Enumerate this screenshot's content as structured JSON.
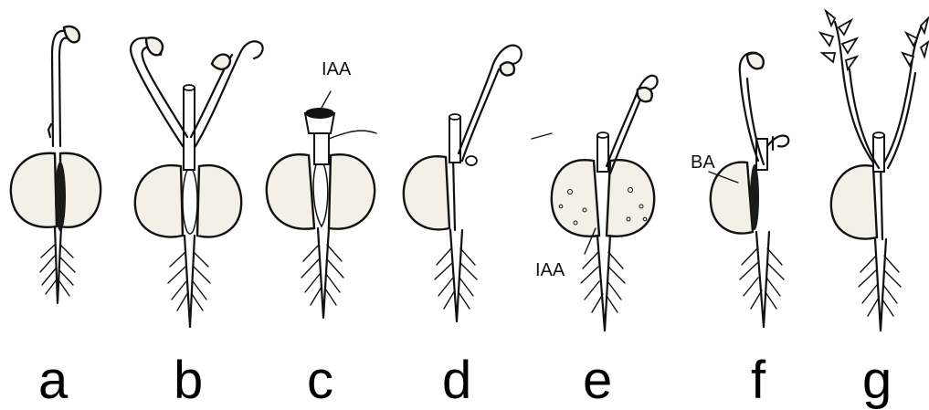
{
  "panels": [
    {
      "label": "a"
    },
    {
      "label": "b"
    },
    {
      "label": "c"
    },
    {
      "label": "d"
    },
    {
      "label": "e"
    },
    {
      "label": "f"
    },
    {
      "label": "g"
    }
  ],
  "annotations": {
    "c_top": "IAA",
    "e_bottom": "IAA",
    "f_side": "BA"
  }
}
